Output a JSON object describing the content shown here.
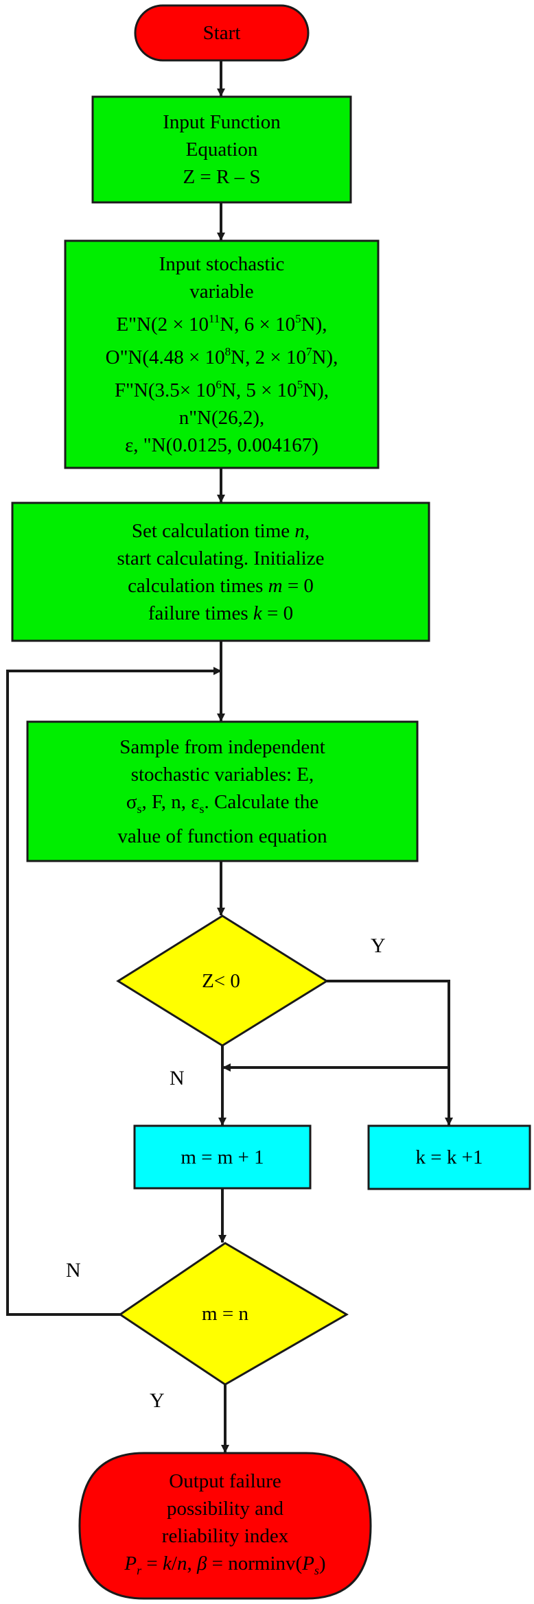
{
  "start": {
    "label": "Start"
  },
  "input_function": {
    "lines": [
      "Input Function",
      "Equation",
      "Z = R – S"
    ]
  },
  "input_stochastic": {
    "line1": "Input stochastic",
    "line2": "variable",
    "e": {
      "a": "E\"N(2 × 10",
      "a_exp": "11",
      "b": "N, 6 × 10",
      "b_exp": "5",
      "c": "N),"
    },
    "o": {
      "a": "O\"N(4.48 × 10",
      "a_exp": "8",
      "b": "N, 2 × 10",
      "b_exp": "7",
      "c": "N),"
    },
    "f": {
      "a": "F\"N(3.5× 10",
      "a_exp": "6",
      "b": "N, 5 × 10",
      "b_exp": "5",
      "c": "N),"
    },
    "n_line": "n\"N(26,2),",
    "eps_line": "ε, \"N(0.0125, 0.004167)"
  },
  "set_calc": {
    "l1a": "Set calculation time ",
    "l1n": "n",
    "l1b": ",",
    "l2": "start calculating. Initialize",
    "l3a": "calculation times ",
    "l3m": "m",
    "l3b": " = 0",
    "l4a": "failure times ",
    "l4k": "k",
    "l4b": " = 0"
  },
  "sample": {
    "l1": "Sample from independent",
    "l2": "stochastic variables: E,",
    "l3a": "σ",
    "l3sub": "s",
    "l3b": ", F, n, ε",
    "l3sub2": "s",
    "l3c": ". Calculate the",
    "l4": "value of function equation"
  },
  "decision_z": {
    "label": "Z< 0",
    "yes": "Y",
    "no": "N"
  },
  "m_increment": {
    "label": "m = m + 1"
  },
  "k_increment": {
    "label": "k = k +1"
  },
  "decision_m": {
    "label": "m = n",
    "no": "N",
    "yes": "Y"
  },
  "output": {
    "l1": "Output failure",
    "l2": "possibility and",
    "l3": "reliability index",
    "l4": {
      "p": "P",
      "r": "r",
      "eq": " = ",
      "k": "k",
      "slash": "/",
      "n": "n",
      "comma": ", ",
      "beta": "β",
      "eq2": " = norminv(",
      "p2": "P",
      "s": "s",
      "close": ")"
    }
  },
  "colors": {
    "green": "#00ee00",
    "red": "#ff0000",
    "yellow": "#ffff00",
    "cyan": "#00ffff",
    "line": "#1a1a1a"
  }
}
